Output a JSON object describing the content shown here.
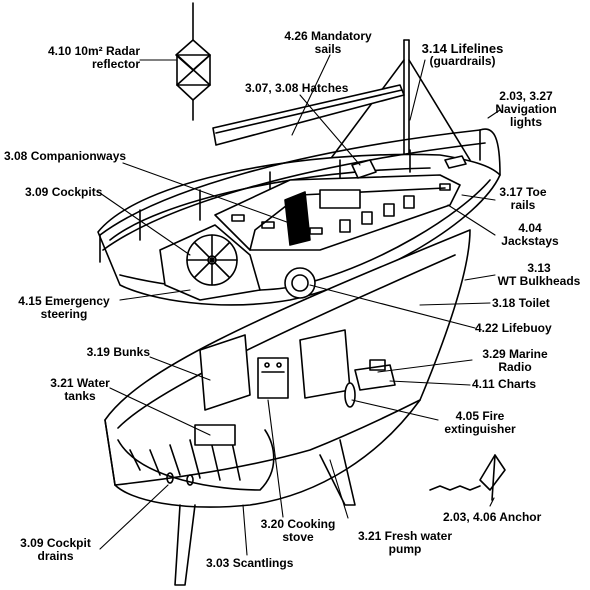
{
  "labels": {
    "radar_reflector": [
      "4.10 10m² Radar",
      "reflector"
    ],
    "mandatory_sails": [
      "4.26 Mandatory",
      "sails"
    ],
    "lifelines": [
      "3.14 Lifelines",
      "(guardrails)"
    ],
    "navigation_lights": [
      "2.03, 3.27",
      "Navigation",
      "lights"
    ],
    "hatches": [
      "3.07, 3.08 Hatches"
    ],
    "companionways": [
      "3.08 Companionways"
    ],
    "cockpits": [
      "3.09 Cockpits"
    ],
    "toe_rails": [
      "3.17 Toe",
      "rails"
    ],
    "jackstays": [
      "4.04",
      "Jackstays"
    ],
    "wt_bulkheads": [
      "3.13",
      "WT Bulkheads"
    ],
    "emergency_steering": [
      "4.15 Emergency",
      "steering"
    ],
    "toilet": [
      "3.18 Toilet"
    ],
    "lifebuoy": [
      "4.22 Lifebuoy"
    ],
    "bunks": [
      "3.19 Bunks"
    ],
    "marine_radio": [
      "3.29 Marine",
      "Radio"
    ],
    "water_tanks": [
      "3.21 Water",
      "tanks"
    ],
    "charts": [
      "4.11 Charts"
    ],
    "fire_extinguisher": [
      "4.05 Fire",
      "extinguisher"
    ],
    "anchor": [
      "2.03, 4.06 Anchor"
    ],
    "cockpit_drains": [
      "3.09 Cockpit",
      "drains"
    ],
    "cooking_stove": [
      "3.20 Cooking",
      "stove"
    ],
    "fresh_water_pump": [
      "3.21 Fresh water",
      "pump"
    ],
    "scantlings": [
      "3.03 Scantlings"
    ]
  }
}
